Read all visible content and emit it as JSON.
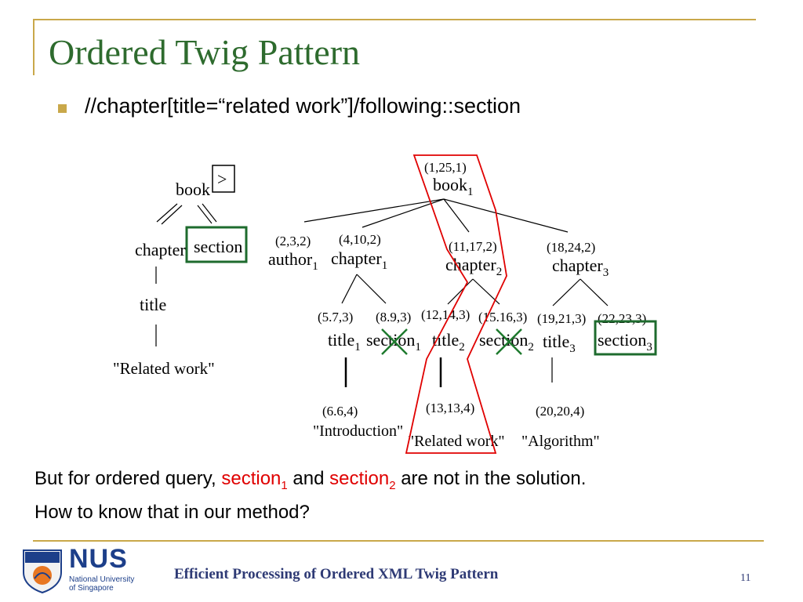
{
  "slide": {
    "title": "Ordered Twig Pattern",
    "query": "//chapter[title=“related work”]/following::section",
    "caption": {
      "line1_pre": "But for ordered query, ",
      "sec1": "section",
      "sec1_sub": "1",
      "mid": " and ",
      "sec2": "section",
      "sec2_sub": "2",
      "line1_post": " are not in the solution.",
      "line2": "How to know that in our method?"
    },
    "footer": "Efficient Processing of Ordered XML Twig Pattern",
    "page_number": "11",
    "logo": {
      "name": "NUS",
      "line1": "National University",
      "line2": "of Singapore"
    }
  },
  "query_tree": {
    "order_symbol": ">",
    "nodes": {
      "book": "book",
      "chapter": "chapter",
      "section": "section",
      "title": "title",
      "value": "\"Related work\""
    }
  },
  "doc_tree": {
    "book": {
      "label": "(1,25,1)",
      "name": "book",
      "sub": "1"
    },
    "author": {
      "label": "(2,3,2)",
      "name": "author",
      "sub": "1"
    },
    "chapter1": {
      "label": "(4,10,2)",
      "name": "chapter",
      "sub": "1"
    },
    "chapter2": {
      "label": "(11,17,2)",
      "name": "chapter",
      "sub": "2"
    },
    "chapter3": {
      "label": "(18,24,2)",
      "name": "chapter",
      "sub": "3"
    },
    "title1": {
      "label": "(5.7,3)",
      "name": "title",
      "sub": "1"
    },
    "section1": {
      "label": "(8.9,3)",
      "name": "section",
      "sub": "1"
    },
    "title2": {
      "label": "(12,14,3)",
      "name": "title",
      "sub": "2"
    },
    "section2": {
      "label": "(15.16,3)",
      "name": "section",
      "sub": "2"
    },
    "title3": {
      "label": "(19,21,3)",
      "name": "title",
      "sub": "3"
    },
    "section3": {
      "label": "(22,23,3)",
      "name": "section",
      "sub": "3"
    },
    "text1": {
      "label": "(6.6,4)",
      "value": "\"Introduction\""
    },
    "text2": {
      "label": "(13,13,4)",
      "value": "\"Related work\""
    },
    "text3": {
      "label": "(20,20,4)",
      "value": "\"Algorithm\""
    }
  },
  "colors": {
    "title_green": "#2e6b2e",
    "accent_gold": "#c9a84a",
    "highlight_red": "#e00000",
    "box_green": "#1e6b2e",
    "footer_blue": "#2e3a75"
  }
}
